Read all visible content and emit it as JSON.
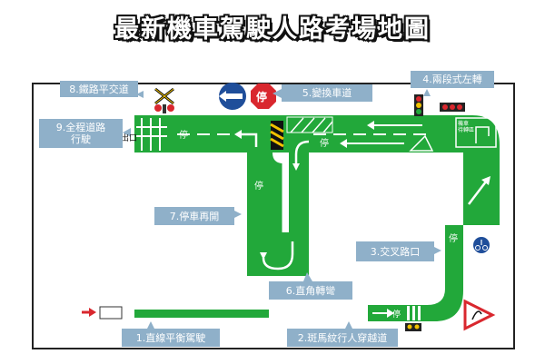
{
  "title": "最新機車駕駛人路考場地圖",
  "labels": {
    "straight": "1.直線平衡駕駛",
    "crosswalk": "2.斑馬紋行人穿越道",
    "intersection": "3.交叉路口",
    "two_stage": "4.兩段式左轉",
    "lane_change": "5.變換車道",
    "right_turn": "6.直角轉彎",
    "stop_go": "7.停車再開",
    "railway": "8.鐵路平交道",
    "full_road": "9.全程道路\n行駛"
  },
  "road_marks": {
    "stop_left": "停",
    "stop_mid": "停",
    "stop_inner": "停",
    "stop_right": "停",
    "stop_bottom": "停",
    "stop_sign": "停",
    "start_mark": "出口",
    "waiting_zone": "機車\n待轉區"
  },
  "colors": {
    "road": "#22a83a",
    "label_bg": "#8fb0c9",
    "sign_blue": "#1f4e9a",
    "sign_red": "#d9272e",
    "start_arrow": "#d9272e"
  }
}
